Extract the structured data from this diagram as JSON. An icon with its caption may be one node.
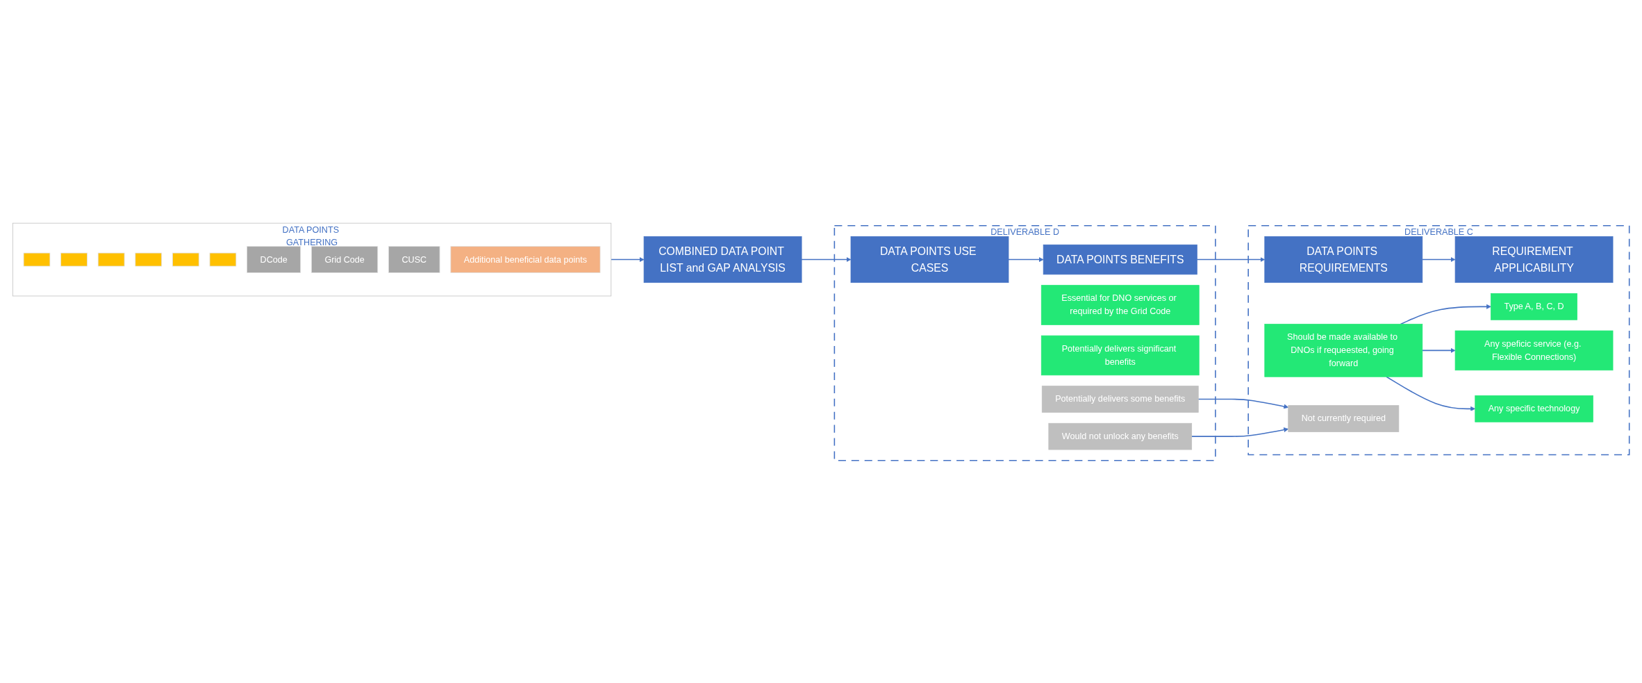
{
  "diagram": {
    "nodes": [
      {
        "text": [
          "DATA POINTS GATHERING"
        ]
      },
      {
        "text": [],
        "shape": "box",
        "in": 0
      },
      {
        "text": [],
        "shape": "box",
        "in": 0
      },
      {
        "text": [],
        "shape": "box",
        "in": 0
      },
      {
        "text": [],
        "shape": "box",
        "in": 0
      },
      {
        "text": [],
        "shape": "box",
        "in": 0
      },
      {
        "text": [],
        "shape": "box",
        "in": 0
      },
      {
        "text": [
          "DCode"
        ],
        "in": 0
      },
      {
        "text": [
          "Grid Code"
        ],
        "in": 0
      },
      {
        "text": [
          "CUSC"
        ],
        "in": 0
      },
      {
        "text": [
          "Additional beneficial data points"
        ],
        "in": 0
      },
      {
        "text": [
          "COMBINED DATA POINT LIST and GAP ANALYSIS"
        ]
      },
      {
        "text": [
          "DELIVERABLE D"
        ]
      },
      {
        "text": [
          "DATA POINTS USE CASES"
        ],
        "in": 12
      },
      {
        "text": [
          "DATA POINTS BENEFITS"
        ],
        "in": 12
      },
      {
        "text": [
          "Essential for DNO services or required by the Grid Code"
        ],
        "in": 12
      },
      {
        "text": [
          "Potentially delivers significant benefits"
        ],
        "in": 12
      },
      {
        "text": [
          "Potentially delivers some benefits"
        ],
        "in": 12
      },
      {
        "text": [
          "Would not unlock any benefits"
        ],
        "in": 12
      },
      {
        "text": [
          "DELIVERABLE C"
        ]
      },
      {
        "text": [
          "DATA POINTS REQUIREMENTS"
        ],
        "in": 19
      },
      {
        "text": [
          "REQUIREMENT APPLICABILITY"
        ],
        "in": 19
      },
      {
        "text": [
          "Should be made available to DNOs if requeested, going forward"
        ],
        "in": 19
      },
      {
        "text": [
          "Not currently required"
        ],
        "in": 19
      },
      {
        "text": [
          "Type A, B, C, D"
        ],
        "in": 19
      },
      {
        "text": [
          "Any speficic service (e.g. Flexible Connections)"
        ],
        "in": 19
      },
      {
        "text": [
          "Any specific technology"
        ],
        "in": 19
      }
    ],
    "edges": [
      {
        "from": 0,
        "to": 11,
        "arrow": "to"
      },
      {
        "from": 11,
        "to": 13,
        "arrow": "to"
      },
      {
        "from": 13,
        "to": 14,
        "arrow": "to"
      },
      {
        "from": 14,
        "to": 20,
        "arrow": "to"
      },
      {
        "from": 20,
        "to": 21,
        "arrow": "to"
      },
      {
        "from": 17,
        "to": 23,
        "arrow": "to"
      },
      {
        "from": 18,
        "to": 23,
        "arrow": "to"
      },
      {
        "from": 22,
        "to": 24,
        "arrow": "to"
      },
      {
        "from": 22,
        "to": 25,
        "arrow": "to"
      },
      {
        "from": 22,
        "to": 26,
        "arrow": "to"
      }
    ]
  }
}
